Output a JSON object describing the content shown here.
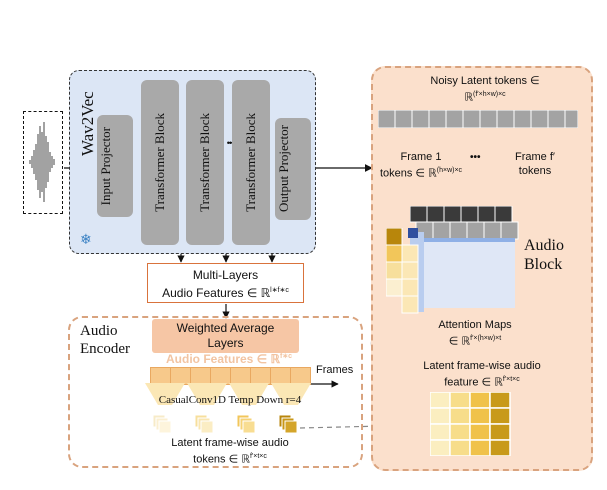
{
  "colors": {
    "wav2vec_fill": "#dce6f5",
    "block_gray": "#a9a9a9",
    "audio_block_fill": "#fbe0cc",
    "encoder_border": "#d9a37e",
    "weighted_fill": "#f6c6a5",
    "token_gold": "#c89a1a",
    "token_light": "#fbeec0",
    "attention_blue": "#dfe7f6"
  },
  "icons": [
    "waveform-icon",
    "snowflake-icon"
  ],
  "wav2vec": {
    "title": "Wav2Vec",
    "input_projector": "Input Projector",
    "transformer_block": "Transformer Block",
    "ellipsis": "•••",
    "output_projector": "Output Projector"
  },
  "multi_layers": {
    "line1": "Multi-Layers",
    "line2": "Audio Features ∈ ℝ",
    "line2_sup": "l∗f∗c"
  },
  "audio_encoder": {
    "title_line1": "Audio",
    "title_line2": "Encoder",
    "weighted_line1": "Weighted Average",
    "weighted_line2": "Layers",
    "audio_features": "Audio Features ∈ ℝ",
    "audio_features_sup": "f∗c",
    "frames": "Frames",
    "conv_label": "CasualConv1D Temp Down r=4",
    "latent_line1": "Latent frame-wise audio",
    "latent_line2": "tokens ∈ ℝ",
    "latent_sup": "f′×t×c"
  },
  "audio_block": {
    "title_line1": "Audio",
    "title_line2": "Block",
    "noisy_line1": "Noisy Latent tokens ∈",
    "noisy_line2": "ℝ",
    "noisy_sup": "(f′×h×w)×c",
    "frame1_line1": "Frame 1",
    "frame1_line2": "tokens ∈ ℝ",
    "frame1_sup": "(h×w)×c",
    "dots": "•••",
    "framef_line1": "Frame f′",
    "framef_line2": "tokens",
    "attention_line1": "Attention Maps",
    "attention_line2": "∈ ℝ",
    "attention_sup": "f′×(h×w)×t",
    "latent_line1": "Latent frame-wise audio",
    "latent_line2": "feature ∈ ℝ",
    "latent_sup": "f′×t×c"
  }
}
